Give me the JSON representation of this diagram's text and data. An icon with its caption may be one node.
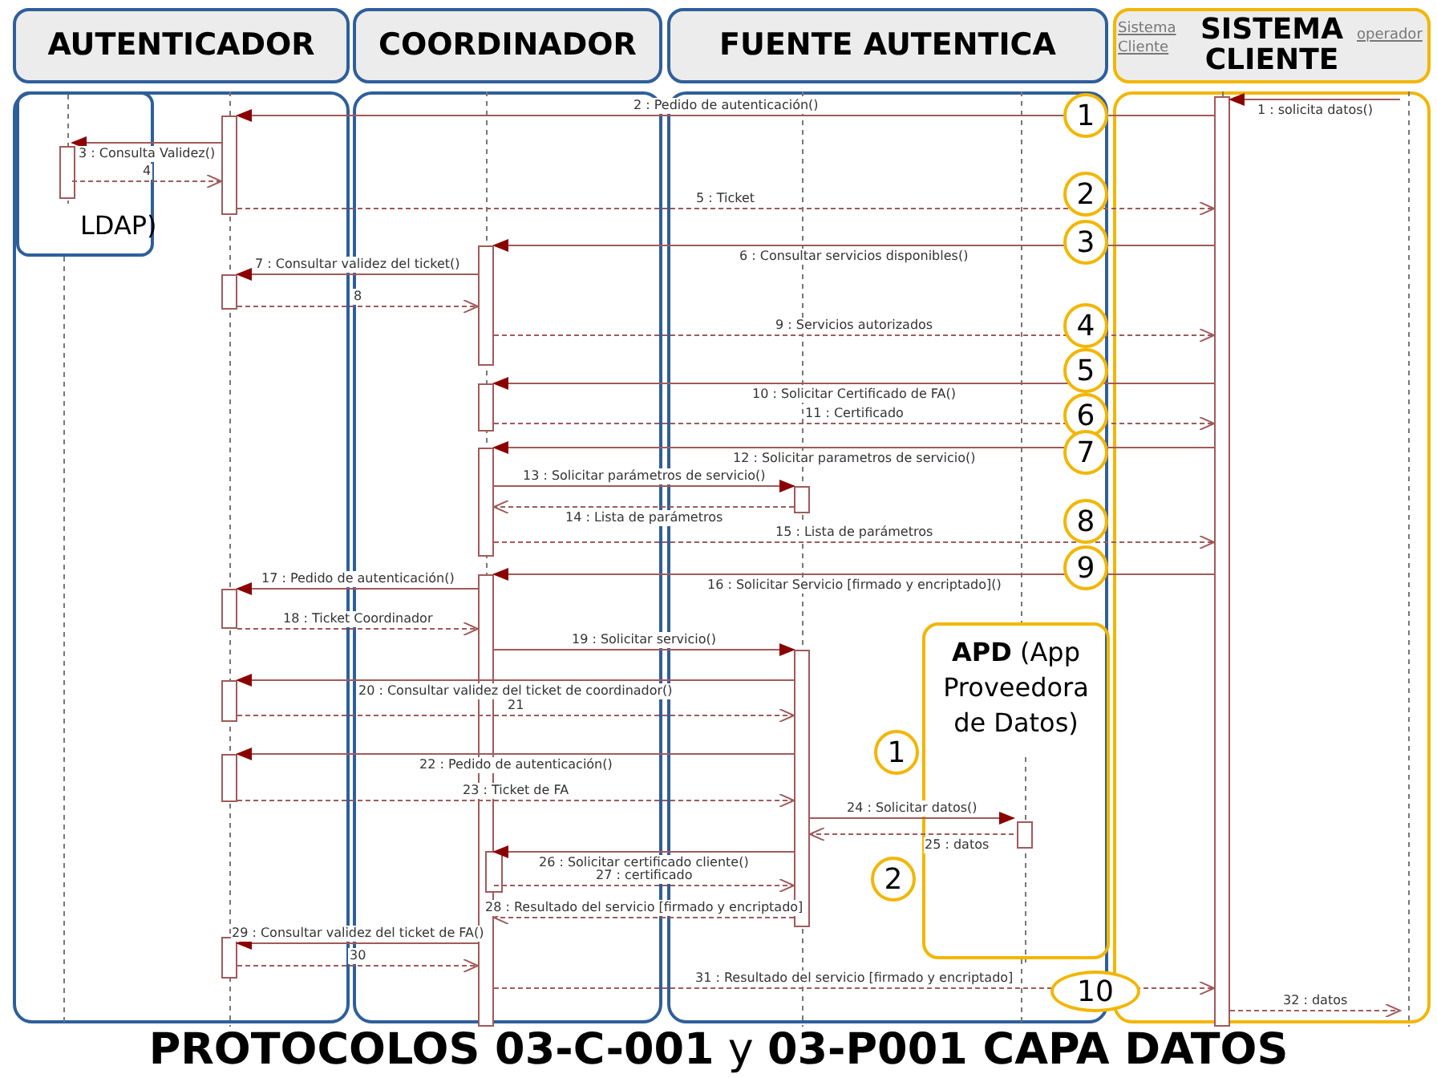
{
  "diagram": {
    "title": "**PROTOCOLOS 03-C-001** y **03-P001 CAPA DATOS**",
    "nodes": [
      {
        "text": [
          "AUTENTICADOR"
        ]
      },
      {
        "text": [
          "LDAP)"
        ],
        "in": 0
      },
      {
        "text": [
          "COORDINADOR"
        ]
      },
      {
        "text": [
          "FUENTE AUTENTICA"
        ]
      },
      {
        "text": [
          "**APD** (App Proveedora de Datos)"
        ],
        "in": 3
      },
      {
        "text": [
          "SISTEMA CLIENTE"
        ]
      },
      {
        "text": [],
        "shape": "bar",
        "in": 1
      },
      {
        "text": [],
        "shape": "bar",
        "in": 0
      },
      {
        "text": [],
        "shape": "bar",
        "in": 2
      },
      {
        "text": [],
        "shape": "bar",
        "in": 3
      },
      {
        "text": [],
        "shape": "bar",
        "in": 4
      },
      {
        "text": [],
        "shape": "bar",
        "in": 5
      },
      {
        "text": [],
        "shape": "bar",
        "in": 5
      }
    ],
    "edges": [
      {
        "from": 12,
        "to": 11,
        "arrow": "to",
        "label": "1 : solicita datos()"
      },
      {
        "from": 11,
        "to": 7,
        "arrow": "to",
        "label": "2 : Pedido de autenticación()"
      },
      {
        "from": 7,
        "to": 6,
        "arrow": "to",
        "label": "3 : Consulta Validez()"
      },
      {
        "from": 6,
        "to": 7,
        "arrow": "to",
        "label": "4",
        "style": "dashed"
      },
      {
        "from": 7,
        "to": 11,
        "arrow": "to",
        "label": "5 : Ticket",
        "style": "dashed"
      },
      {
        "from": 11,
        "to": 8,
        "arrow": "to",
        "label": "6 : Consultar servicios disponibles()"
      },
      {
        "from": 8,
        "to": 7,
        "arrow": "to",
        "label": "7 : Consultar validez del ticket()"
      },
      {
        "from": 7,
        "to": 8,
        "arrow": "to",
        "label": "8",
        "style": "dashed"
      },
      {
        "from": 8,
        "to": 11,
        "arrow": "to",
        "label": "9 : Servicios autorizados",
        "style": "dashed"
      },
      {
        "from": 11,
        "to": 8,
        "arrow": "to",
        "label": "10 : Solicitar Certificado de FA()"
      },
      {
        "from": 8,
        "to": 11,
        "arrow": "to",
        "label": "11 : Certificado",
        "style": "dashed"
      },
      {
        "from": 11,
        "to": 8,
        "arrow": "to",
        "label": "12 : Solicitar parametros de servicio()"
      },
      {
        "from": 8,
        "to": 9,
        "arrow": "to",
        "label": "13 : Solicitar parámetros de servicio()"
      },
      {
        "from": 9,
        "to": 8,
        "arrow": "to",
        "label": "14 : Lista de parámetros",
        "style": "dashed"
      },
      {
        "from": 8,
        "to": 11,
        "arrow": "to",
        "label": "15 : Lista de parámetros",
        "style": "dashed"
      },
      {
        "from": 11,
        "to": 8,
        "arrow": "to",
        "label": "16 : Solicitar Servicio [firmado y encriptado]()"
      },
      {
        "from": 8,
        "to": 7,
        "arrow": "to",
        "label": "17 : Pedido de autenticación()"
      },
      {
        "from": 7,
        "to": 8,
        "arrow": "to",
        "label": "18 : Ticket Coordinador",
        "style": "dashed"
      },
      {
        "from": 8,
        "to": 9,
        "arrow": "to",
        "label": "19 : Solicitar servicio()"
      },
      {
        "from": 9,
        "to": 7,
        "arrow": "to",
        "label": "20 : Consultar validez del ticket de coordinador()"
      },
      {
        "from": 7,
        "to": 9,
        "arrow": "to",
        "label": "21",
        "style": "dashed"
      },
      {
        "from": 9,
        "to": 7,
        "arrow": "to",
        "label": "22 : Pedido de autenticación()"
      },
      {
        "from": 7,
        "to": 9,
        "arrow": "to",
        "label": "23 : Ticket de FA",
        "style": "dashed"
      },
      {
        "from": 9,
        "to": 10,
        "arrow": "to",
        "label": "24 : Solicitar datos()"
      },
      {
        "from": 10,
        "to": 9,
        "arrow": "to",
        "label": "25 : datos",
        "style": "dashed"
      },
      {
        "from": 9,
        "to": 8,
        "arrow": "to",
        "label": "26 : Solicitar certificado cliente()"
      },
      {
        "from": 8,
        "to": 9,
        "arrow": "to",
        "label": "27 : certificado",
        "style": "dashed"
      },
      {
        "from": 9,
        "to": 8,
        "arrow": "to",
        "label": "28 : Resultado del servicio [firmado y encriptado]",
        "style": "dashed"
      },
      {
        "from": 8,
        "to": 7,
        "arrow": "to",
        "label": "29 : Consultar validez del ticket de FA()"
      },
      {
        "from": 7,
        "to": 8,
        "arrow": "to",
        "label": "30",
        "style": "dashed"
      },
      {
        "from": 8,
        "to": 11,
        "arrow": "to",
        "label": "31 : Resultado del servicio [firmado y encriptado]",
        "style": "dashed"
      },
      {
        "from": 11,
        "to": 12,
        "arrow": "to",
        "label": "32 : datos",
        "style": "dashed"
      }
    ],
    "labels": [
      "Sistema Cliente",
      "operador",
      "1",
      "2",
      "3",
      "4",
      "5",
      "6",
      "7",
      "8",
      "9",
      "1",
      "2",
      "10"
    ]
  }
}
